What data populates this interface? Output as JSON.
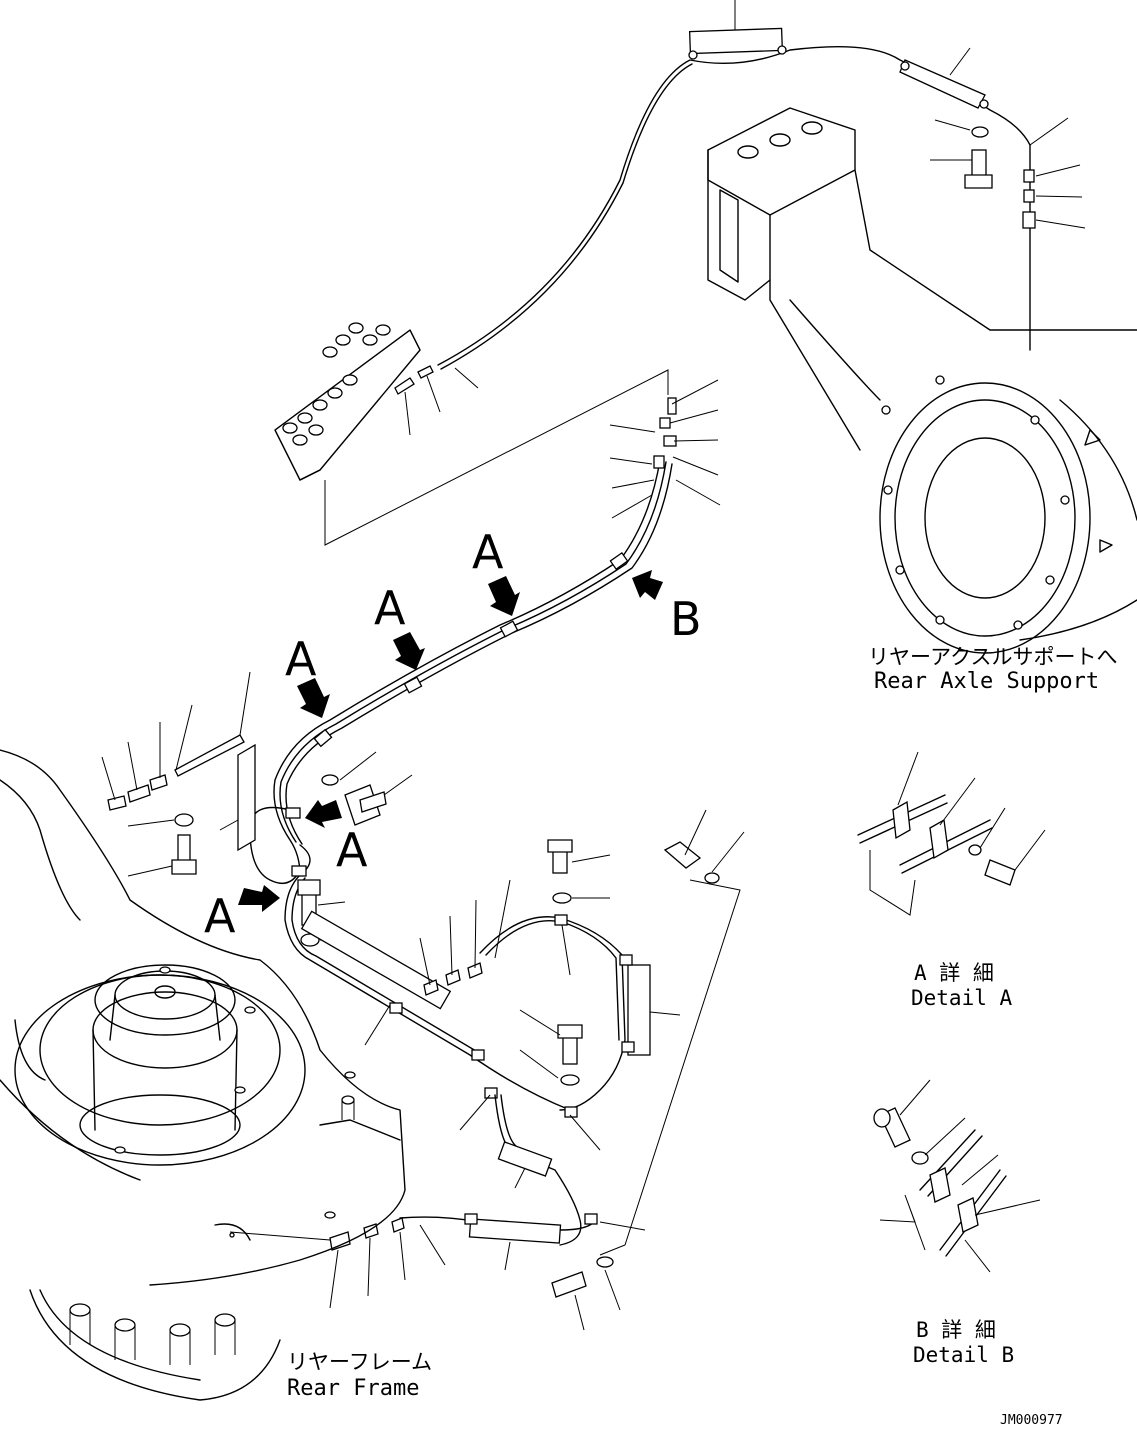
{
  "view_letters": {
    "a": "A",
    "b": "B"
  },
  "labels": {
    "rear_axle_support_jp": "リヤーアクスルサポートへ",
    "rear_axle_support_en": "Rear Axle Support",
    "detail_a_jp": "A 詳 細",
    "detail_a_en": "Detail A",
    "detail_b_jp": "B 詳 細",
    "detail_b_en": "Detail B",
    "rear_frame_jp": "リヤーフレーム",
    "rear_frame_en": "Rear Frame"
  },
  "drawing_number": "JM000977"
}
